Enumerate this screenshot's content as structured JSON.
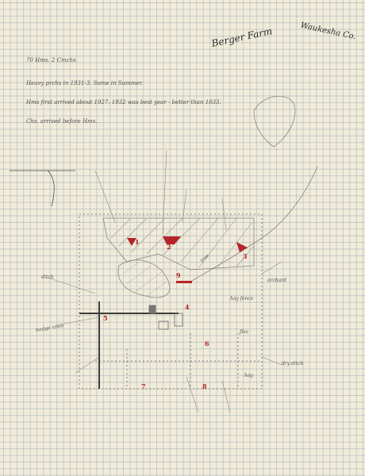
{
  "header": {
    "title": "Berger Farm",
    "location": "Waukesha Co."
  },
  "notes": {
    "line1": "70 Hms. 2 Cmchs",
    "line2": "Heavy prchs in 1931-3. Some in Summer.",
    "line3": "Hms first arrived about 1927. 1932 was best year - better than 1933.",
    "line4": "Chs. arrived before Hms."
  },
  "map_labels": {
    "flav": "flav",
    "hay_fence": "hay fence",
    "tree": "tree",
    "hay": "hay",
    "dry_ditch": "dry ditch",
    "hedge_rows": "hedge rows",
    "ditch": "ditch",
    "orchard": "orchard"
  },
  "markers": [
    "1",
    "2",
    "3",
    "4",
    "5",
    "6",
    "7",
    "8",
    "9"
  ]
}
